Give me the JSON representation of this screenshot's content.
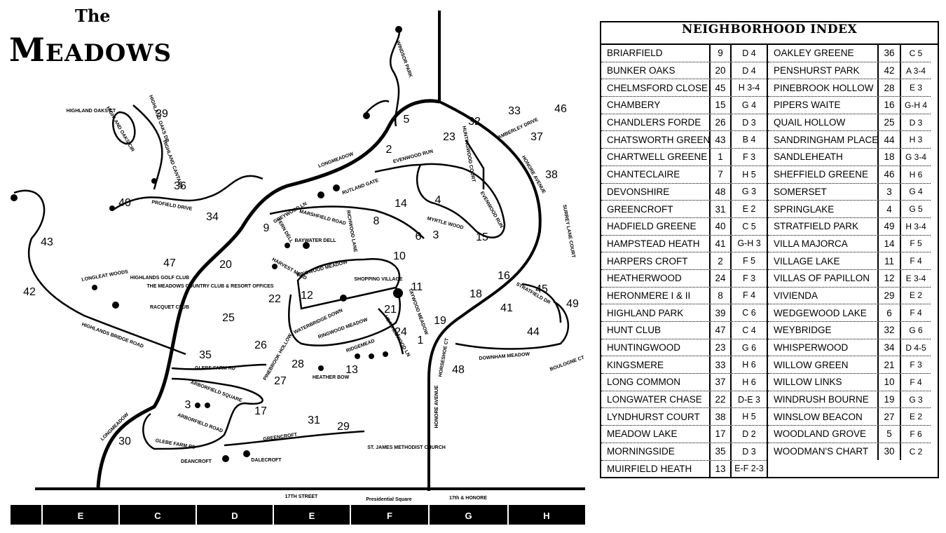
{
  "title": {
    "prefix": "The",
    "name_big": "M",
    "name_rest": "EADOWS"
  },
  "map": {
    "grid_columns": [
      "E",
      "C",
      "D",
      "E",
      "F",
      "G",
      "H"
    ],
    "road_labels": {
      "seventeenth_street": "17TH STREET",
      "presidential_square": "Presidential Square",
      "seventeenth_honore": "17th & HONORE",
      "honore_avenue": "HONORE AVENUE",
      "longmeadow_top": "LONGMEADOW",
      "longmeadow_bottom": "LONGMEADOW",
      "highlands_bridge_road": "HIGHLANDS BRIDGE ROAD",
      "glebe_farm_rd": "GLEBE FARM RD",
      "glebe_farm_rd_2": "GLEBE FARM RD",
      "greencroft": "GREENCROFT",
      "dalecroft": "DALECROFT",
      "deancroft": "DEANCROFT",
      "arborfield_square": "ARBORFIELD SQUARE",
      "arborfield_road": "ARBORFIELD ROAD",
      "pinebrook_hollow": "PINEBROOK HOLLOW",
      "heather_bow": "HEATHER BOW",
      "ridgemead": "RIDGEMEAD",
      "heatherwood_ln": "HEATHERWOOD LN",
      "ringwood_meadow": "RINGWOOD MEADOW",
      "ringwood_meadow_2": "RINGWOOD MEADOW",
      "waterbridge_down": "WATERBRIDGE DOWN",
      "harvest_mead": "HARVEST MEAD",
      "fern_dell": "FERN DELL",
      "baywater_dell": "BAYWATER DELL",
      "richwood_lane": "RICHWOOD LANE",
      "marshfield_road": "MARSHFIELD ROAD",
      "greywood_ln": "GREYWOOD LN",
      "rutland_gate": "RUTLAND GATE",
      "evenwood_run": "EVENWOOD RUN",
      "evenwood_run_2": "EVENWOOD RUN",
      "myrtle_wood": "MYRTLE WOOD",
      "huntingwood_court": "HUNTINGWOOD COURT",
      "amberley_drive": "AMBERLEY DRIVE",
      "honore_avenue_2": "HONORE AVENUE",
      "surrey_lane_court": "SURREY LANE COURT",
      "stratfield_dr": "STRATFIELD DR",
      "downham_meadow": "DOWNHAM MEADOW",
      "boulogne_ct": "BOULOGNE CT",
      "horseshoe_ct": "HORSESHOE CT",
      "taywood_meadow": "TAYWOOD MEADOW",
      "shopping_village": "SHOPPING VILLAGE",
      "st_james": "ST. JAMES METHODIST CHURCH",
      "highlands_golf": "HIGHLANDS GOLF CLUB",
      "country_club": "THE MEADOWS COUNTRY CLUB & RESORT OFFICES",
      "racquet_club": "RACQUET CLUB",
      "longleat_woods": "LONGLEAT WOODS",
      "windsor_park": "WINDSOR PARK",
      "highland_oaks_ct": "HIGHLAND OAKS CT",
      "highland_oaks_cir": "HIGHLAND OAKS CIR",
      "highland_oaks_dr": "HIGHLAND OAKS DR",
      "highland_cantara": "HIGHLAND CANTARA",
      "proffield_drive": "PROFIELD DRIVE"
    },
    "markers": [
      {
        "n": "1"
      },
      {
        "n": "2"
      },
      {
        "n": "3"
      },
      {
        "n": "3"
      },
      {
        "n": "4"
      },
      {
        "n": "5"
      },
      {
        "n": "6"
      },
      {
        "n": "8"
      },
      {
        "n": "9"
      },
      {
        "n": "10"
      },
      {
        "n": "11"
      },
      {
        "n": "12"
      },
      {
        "n": "13"
      },
      {
        "n": "14"
      },
      {
        "n": "15"
      },
      {
        "n": "16"
      },
      {
        "n": "17"
      },
      {
        "n": "18"
      },
      {
        "n": "19"
      },
      {
        "n": "20"
      },
      {
        "n": "21"
      },
      {
        "n": "22"
      },
      {
        "n": "23"
      },
      {
        "n": "24"
      },
      {
        "n": "25"
      },
      {
        "n": "26"
      },
      {
        "n": "27"
      },
      {
        "n": "28"
      },
      {
        "n": "29"
      },
      {
        "n": "30"
      },
      {
        "n": "31"
      },
      {
        "n": "32"
      },
      {
        "n": "33"
      },
      {
        "n": "34"
      },
      {
        "n": "35"
      },
      {
        "n": "36"
      },
      {
        "n": "37"
      },
      {
        "n": "38"
      },
      {
        "n": "39"
      },
      {
        "n": "40"
      },
      {
        "n": "41"
      },
      {
        "n": "42"
      },
      {
        "n": "43"
      },
      {
        "n": "44"
      },
      {
        "n": "45"
      },
      {
        "n": "46"
      },
      {
        "n": "47"
      },
      {
        "n": "48"
      },
      {
        "n": "49"
      },
      {
        "n": "30"
      }
    ]
  },
  "index": {
    "title": "NEIGHBORHOOD INDEX",
    "left": [
      {
        "name": "BRIARFIELD",
        "num": "9",
        "grid": "D 4"
      },
      {
        "name": "BUNKER OAKS",
        "num": "20",
        "grid": "D 4"
      },
      {
        "name": "CHELMSFORD CLOSE",
        "num": "45",
        "grid": "H 3-4"
      },
      {
        "name": "CHAMBERY",
        "num": "15",
        "grid": "G 4"
      },
      {
        "name": "CHANDLERS FORDE",
        "num": "26",
        "grid": "D 3"
      },
      {
        "name": "CHATSWORTH GREENE",
        "num": "43",
        "grid": "B 4"
      },
      {
        "name": "CHARTWELL GREENE",
        "num": "1",
        "grid": "F 3"
      },
      {
        "name": "CHANTECLAIRE",
        "num": "7",
        "grid": "H 5"
      },
      {
        "name": "DEVONSHIRE",
        "num": "48",
        "grid": "G 3"
      },
      {
        "name": "GREENCROFT",
        "num": "31",
        "grid": "E 2"
      },
      {
        "name": "HADFIELD GREENE",
        "num": "40",
        "grid": "C 5"
      },
      {
        "name": "HAMPSTEAD HEATH",
        "num": "41",
        "grid": "G-H 3"
      },
      {
        "name": "HARPERS CROFT",
        "num": "2",
        "grid": "F 5"
      },
      {
        "name": "HEATHERWOOD",
        "num": "24",
        "grid": "F 3"
      },
      {
        "name": "HERONMERE I & II",
        "num": "8",
        "grid": "F 4"
      },
      {
        "name": "HIGHLAND PARK",
        "num": "39",
        "grid": "C 6"
      },
      {
        "name": "HUNT CLUB",
        "num": "47",
        "grid": "C 4"
      },
      {
        "name": "HUNTINGWOOD",
        "num": "23",
        "grid": "G 6"
      },
      {
        "name": "KINGSMERE",
        "num": "33",
        "grid": "H 6"
      },
      {
        "name": "LONG COMMON",
        "num": "37",
        "grid": "H 6"
      },
      {
        "name": "LONGWATER CHASE",
        "num": "22",
        "grid": "D-E 3"
      },
      {
        "name": "LYNDHURST COURT",
        "num": "38",
        "grid": "H 5"
      },
      {
        "name": "MEADOW LAKE",
        "num": "17",
        "grid": "D 2"
      },
      {
        "name": "MORNINGSIDE",
        "num": "35",
        "grid": "D 3"
      },
      {
        "name": "MUIRFIELD HEATH",
        "num": "13",
        "grid": "E-F 2-3"
      }
    ],
    "right": [
      {
        "name": "OAKLEY GREENE",
        "num": "36",
        "grid": "C 5"
      },
      {
        "name": "PENSHURST PARK",
        "num": "42",
        "grid": "A 3-4"
      },
      {
        "name": "PINEBROOK HOLLOW",
        "num": "28",
        "grid": "E 3"
      },
      {
        "name": "PIPERS WAITE",
        "num": "16",
        "grid": "G-H 4"
      },
      {
        "name": "QUAIL HOLLOW",
        "num": "25",
        "grid": "D 3"
      },
      {
        "name": "SANDRINGHAM PLACE",
        "num": "44",
        "grid": "H 3"
      },
      {
        "name": "SANDLEHEATH",
        "num": "18",
        "grid": "G 3-4"
      },
      {
        "name": "SHEFFIELD GREENE",
        "num": "46",
        "grid": "H 6"
      },
      {
        "name": "SOMERSET",
        "num": "3",
        "grid": "G 4"
      },
      {
        "name": "SPRINGLAKE",
        "num": "4",
        "grid": "G 5"
      },
      {
        "name": "STRATFIELD PARK",
        "num": "49",
        "grid": "H 3-4"
      },
      {
        "name": "VILLA MAJORCA",
        "num": "14",
        "grid": "F 5"
      },
      {
        "name": "VILLAGE LAKE",
        "num": "11",
        "grid": "F 4"
      },
      {
        "name": "VILLAS OF PAPILLON",
        "num": "12",
        "grid": "E 3-4"
      },
      {
        "name": "VIVIENDA",
        "num": "29",
        "grid": "E 2"
      },
      {
        "name": "WEDGEWOOD LAKE",
        "num": "6",
        "grid": "F 4"
      },
      {
        "name": "WEYBRIDGE",
        "num": "32",
        "grid": "G 6"
      },
      {
        "name": "WHISPERWOOD",
        "num": "34",
        "grid": "D 4-5"
      },
      {
        "name": "WILLOW GREEN",
        "num": "21",
        "grid": "F 3"
      },
      {
        "name": "WILLOW LINKS",
        "num": "10",
        "grid": "F 4"
      },
      {
        "name": "WINDRUSH BOURNE",
        "num": "19",
        "grid": "G 3"
      },
      {
        "name": "WINSLOW BEACON",
        "num": "27",
        "grid": "E 2"
      },
      {
        "name": "WOODLAND GROVE",
        "num": "5",
        "grid": "F 6"
      },
      {
        "name": "WOODMAN'S CHART",
        "num": "30",
        "grid": "C 2"
      }
    ]
  }
}
